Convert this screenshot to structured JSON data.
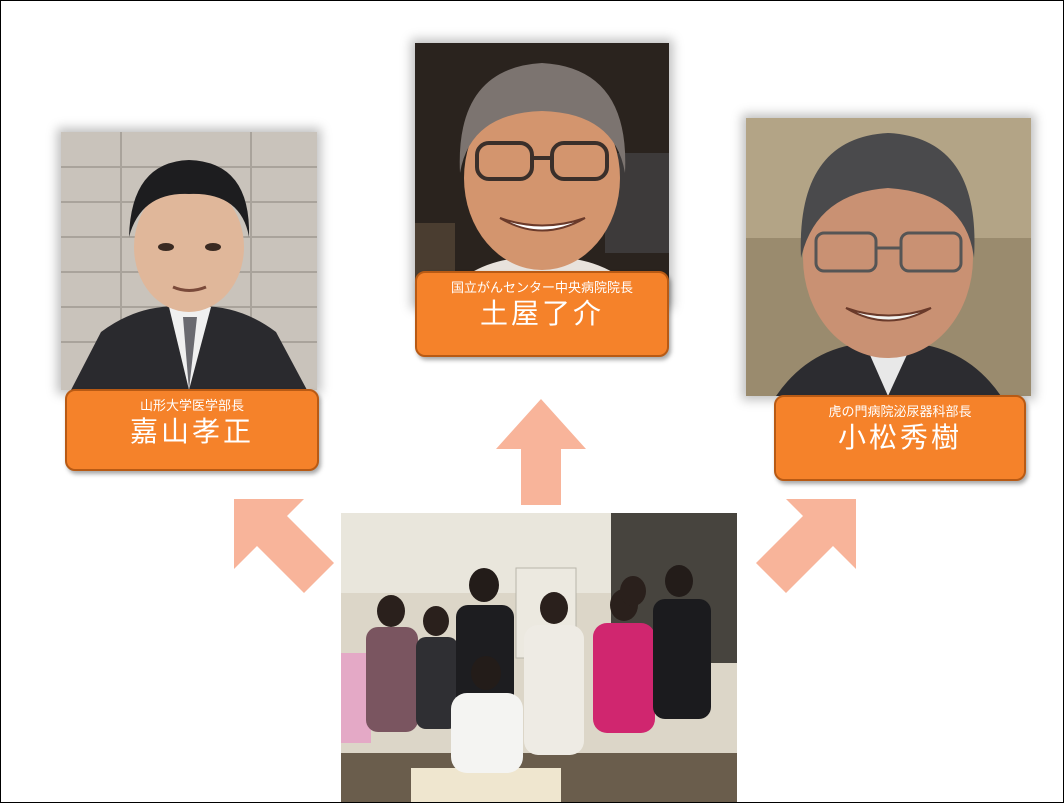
{
  "people": [
    {
      "title": "山形大学医学部長",
      "name": "嘉山孝正"
    },
    {
      "title": "国立がんセンター中央病院院長",
      "name": "土屋了介"
    },
    {
      "title": "虎の門病院泌尿器科部長",
      "name": "小松秀樹"
    }
  ],
  "colors": {
    "label_fill": "#f5822a",
    "label_border": "#b85a14",
    "arrow": "#f8b49a"
  }
}
